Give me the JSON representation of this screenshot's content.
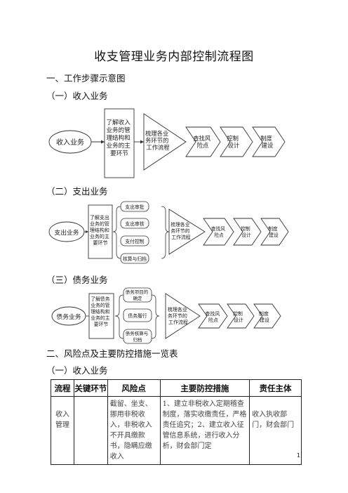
{
  "title": "收支管理业务内部控制流程图",
  "section1": "一、工作步骤示意图",
  "income": {
    "heading": "（一）收入业务",
    "start": "收入业务",
    "understand": [
      "了解收入",
      "业务的管",
      "理结构和",
      "业务的主",
      "要环节"
    ],
    "review": [
      "梳理各业",
      "务环节的",
      "工作流程"
    ],
    "find": [
      "查找风",
      "险点"
    ],
    "control": [
      "控制",
      "设计"
    ],
    "build": [
      "制度",
      "建设"
    ]
  },
  "expense": {
    "heading": "（二）支出业务",
    "start": "支出业务",
    "understand": [
      "了解支出",
      "业务的管",
      "理结构和",
      "业务的主",
      "要环节"
    ],
    "branches": [
      "支出审批",
      "支出审核",
      "支付控制",
      "核算与归档"
    ],
    "review": [
      "梳理各业",
      "务环节的",
      "工作流程"
    ],
    "find": [
      "查找风",
      "险点"
    ],
    "control": [
      "控制",
      "设计"
    ],
    "build": [
      "制度",
      "建设"
    ]
  },
  "debt": {
    "heading": "（三）债务业务",
    "start": "债务业务",
    "understand": [
      "了解债务",
      "业务的管",
      "理结构和",
      "业务的主",
      "要环节"
    ],
    "branches": [
      [
        "债务项目的",
        "确定"
      ],
      [
        "债务履行"
      ],
      [
        "债务核算与",
        "归档"
      ]
    ],
    "review": [
      "梳理各业",
      "务环节的",
      "工作流程"
    ],
    "find": [
      "查找风",
      "险点"
    ],
    "control": [
      "控制",
      "设计"
    ],
    "build": [
      "制度",
      "建设"
    ]
  },
  "section2": "二、风险点及主要防控措施一览表",
  "table_heading": "（一）收入业务",
  "table": {
    "headers": [
      "流程",
      "关键环节",
      "风险点",
      "主要防控措施",
      "责任主体"
    ],
    "row": {
      "process": "收入管理",
      "key": "",
      "risk": "截留、坐支、挪用非税收入，非税收入不开具缴款书，隐瞒应缴收入",
      "measure": "1、建立非税收入定期稽查制度，落实收缴责任，严格责任追究；2、建立收入征管信息系统，进行收入分析，财会部门定",
      "owner": "收入执收部门，财会部门"
    }
  },
  "page_number": "1"
}
